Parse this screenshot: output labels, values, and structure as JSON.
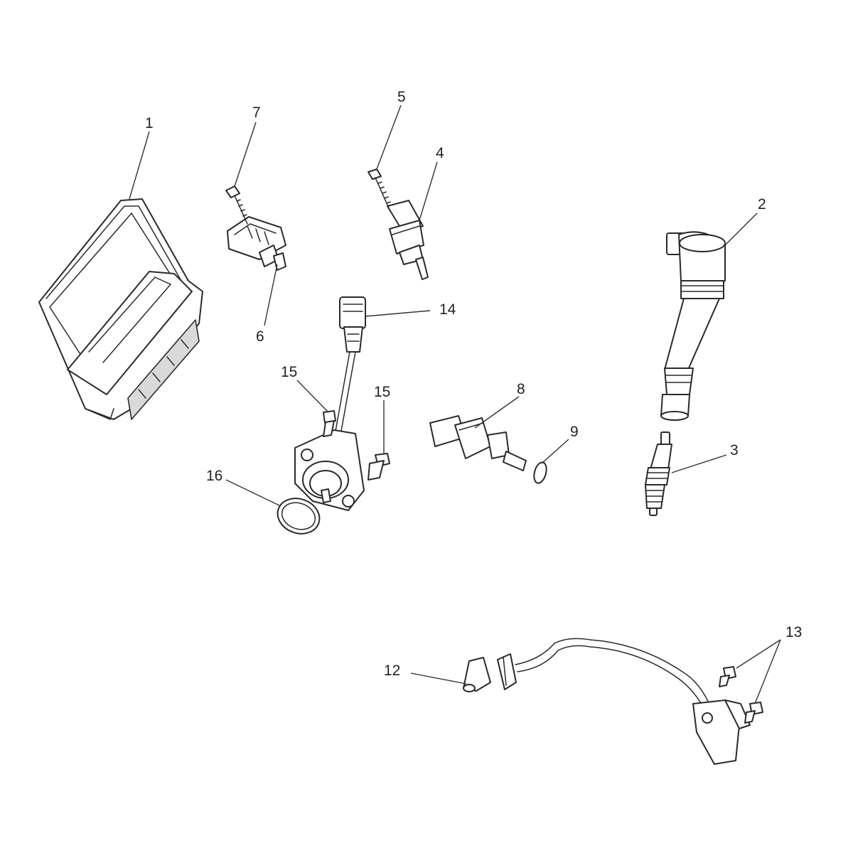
{
  "callouts": [
    {
      "id": "1",
      "label": "1"
    },
    {
      "id": "2",
      "label": "2"
    },
    {
      "id": "3",
      "label": "3"
    },
    {
      "id": "4",
      "label": "4"
    },
    {
      "id": "5",
      "label": "5"
    },
    {
      "id": "6",
      "label": "6"
    },
    {
      "id": "7",
      "label": "7"
    },
    {
      "id": "8",
      "label": "8"
    },
    {
      "id": "9",
      "label": "9"
    },
    {
      "id": "12",
      "label": "12"
    },
    {
      "id": "13",
      "label": "13"
    },
    {
      "id": "14",
      "label": "14"
    },
    {
      "id": "15a",
      "label": "15"
    },
    {
      "id": "15b",
      "label": "15"
    },
    {
      "id": "16",
      "label": "16"
    }
  ]
}
